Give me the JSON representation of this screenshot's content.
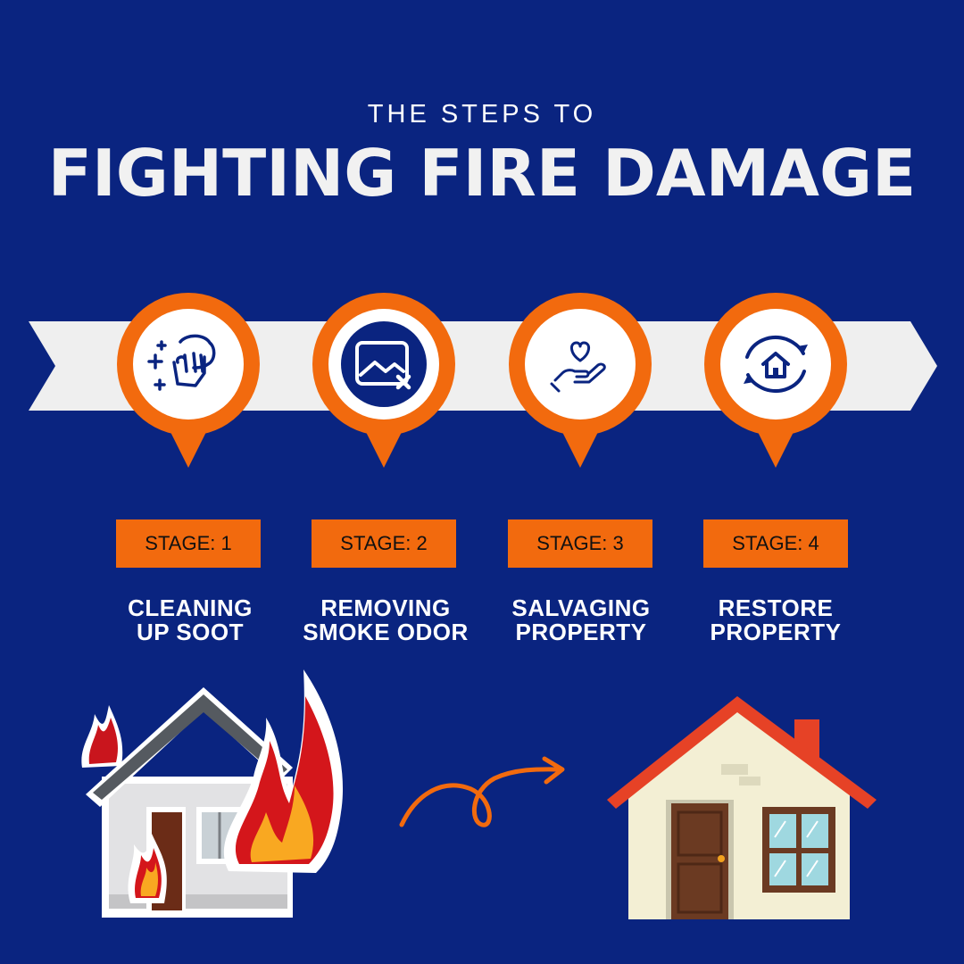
{
  "header": {
    "subtitle": "THE STEPS TO",
    "title": "FIGHTING FIRE DAMAGE"
  },
  "colors": {
    "background": "#0a2480",
    "accent_orange": "#f26a0e",
    "banner": "#efefef",
    "icon_blue": "#0a2480"
  },
  "stages": [
    {
      "badge": "STAGE: 1",
      "line1": "CLEANING",
      "line2": "UP SOOT",
      "icon": "hand-wipe-sparkle-icon"
    },
    {
      "badge": "STAGE: 2",
      "line1": "REMOVING",
      "line2": "SMOKE ODOR",
      "icon": "image-remove-icon"
    },
    {
      "badge": "STAGE: 3",
      "line1": "SALVAGING",
      "line2": "PROPERTY",
      "icon": "heart-in-hand-icon"
    },
    {
      "badge": "STAGE: 4",
      "line1": "RESTORE",
      "line2": "PROPERTY",
      "icon": "home-refresh-icon"
    }
  ]
}
